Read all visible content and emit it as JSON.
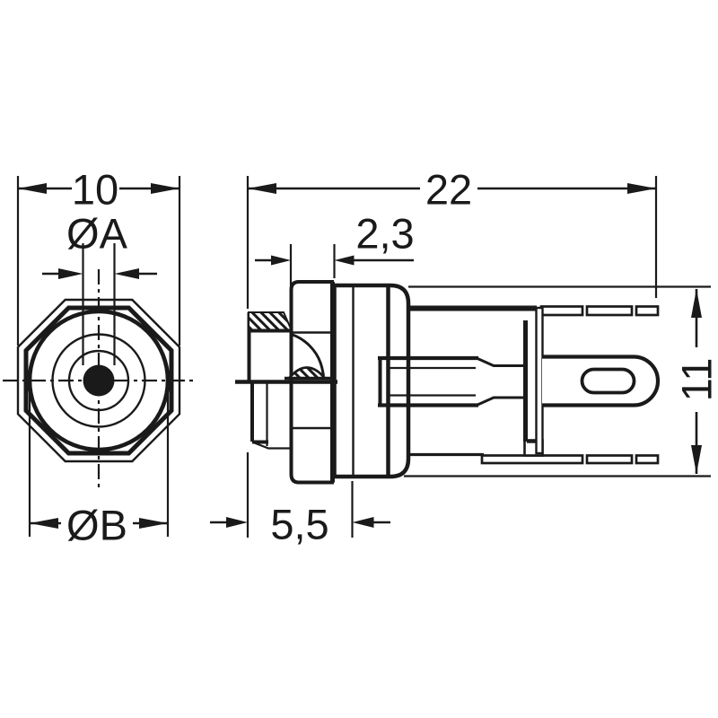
{
  "drawing": {
    "title": "Panel-mount jack connector — dimensioned technical drawing",
    "views": {
      "front": "front view (octagonal nut, concentric bushing circles, centre pin hole)",
      "side": "side view (threaded bushing, nut, body, solder lug with slot)"
    },
    "dimensions": {
      "width_across_flats": "10",
      "dia_a": "ØA",
      "dia_b": "ØB",
      "overall_length": "22",
      "nut_thickness": "2,3",
      "height": "11",
      "thread_length": "5,5"
    },
    "colors": {
      "ink": "#1a1a1a",
      "background": "#ffffff"
    }
  }
}
